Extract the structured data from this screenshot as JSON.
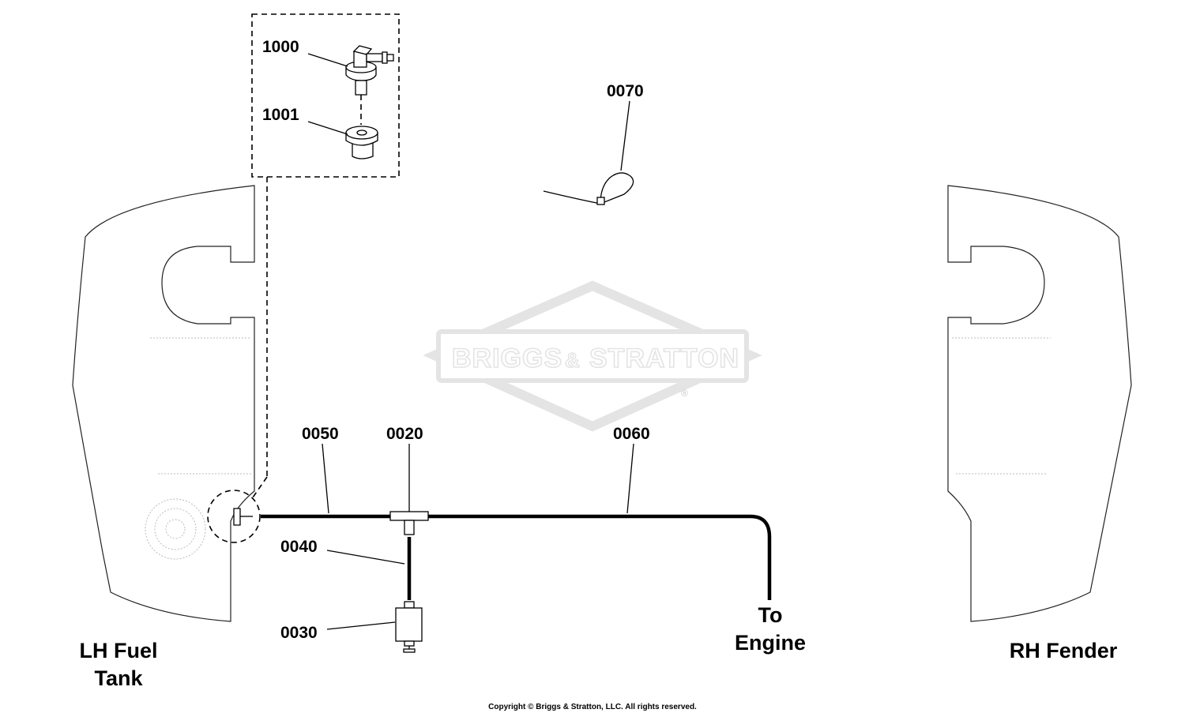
{
  "callouts": {
    "p1000": "1000",
    "p1001": "1001",
    "p0070": "0070",
    "p0050": "0050",
    "p0020": "0020",
    "p0060": "0060",
    "p0040": "0040",
    "p0030": "0030"
  },
  "labels": {
    "lh_fuel_tank_line1": "LH Fuel",
    "lh_fuel_tank_line2": "Tank",
    "to_engine_line1": "To",
    "to_engine_line2": "Engine",
    "rh_fender": "RH Fender"
  },
  "watermark": {
    "brand_left": "BRIGGS",
    "brand_amp": "&",
    "brand_right": "STRATTON",
    "registered": "®"
  },
  "footer": {
    "copyright": "Copyright © Briggs & Stratton, LLC. All rights reserved."
  },
  "colors": {
    "line": "#000000",
    "watermark": "#e4e4e4",
    "background": "#ffffff"
  }
}
